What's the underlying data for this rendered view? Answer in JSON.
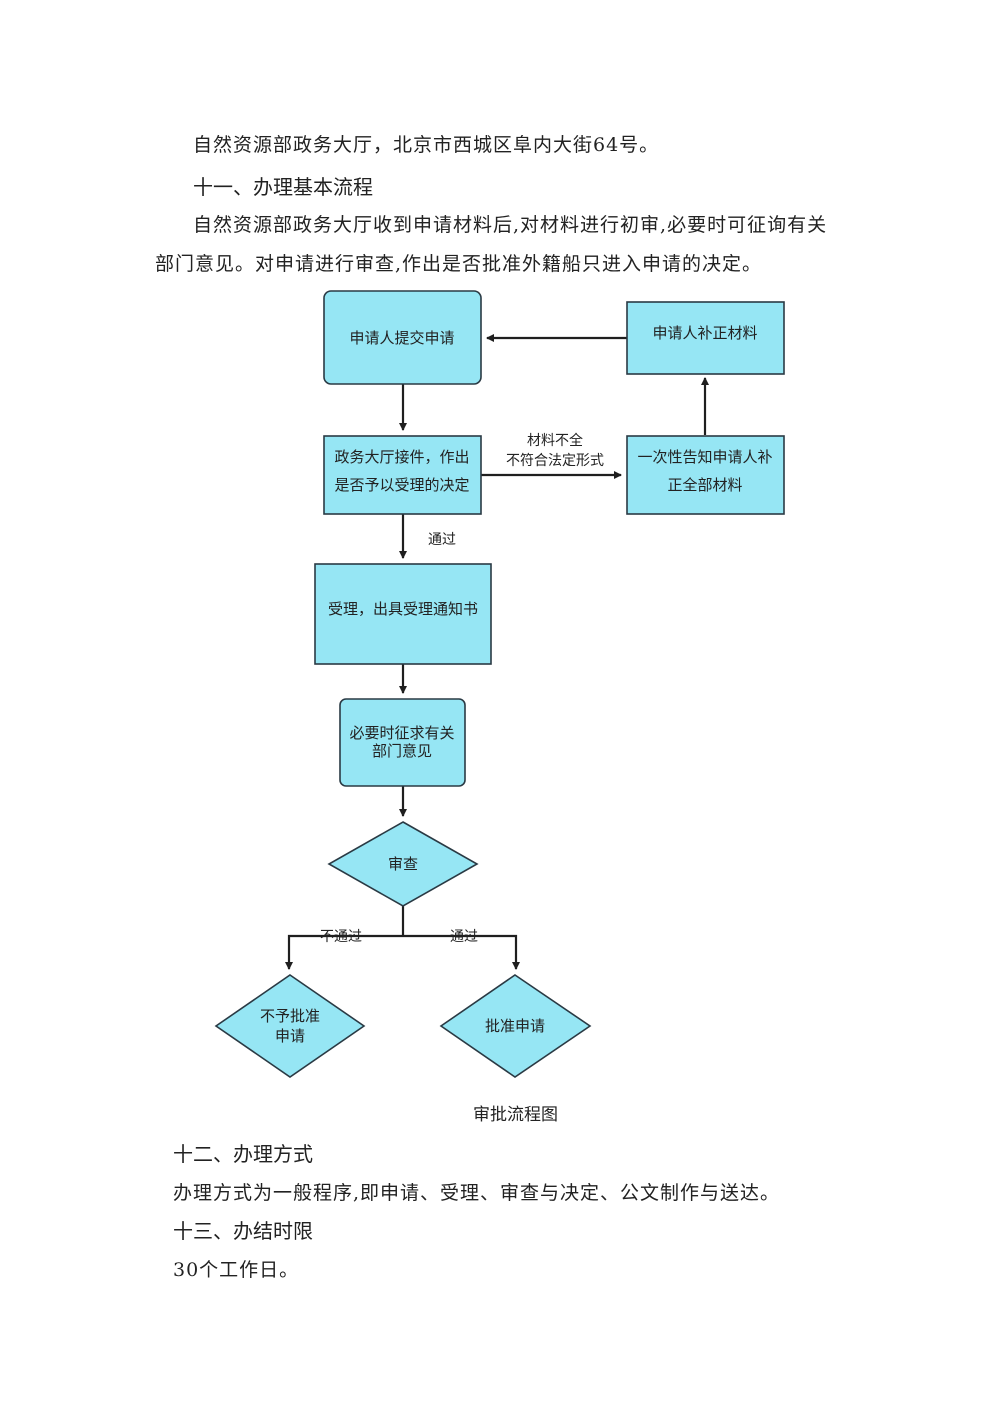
{
  "intro": {
    "address_line": "自然资源部政务大厅，北京市西城区阜内大街64号。"
  },
  "section11": {
    "heading": "十一、办理基本流程",
    "para_line1": "自然资源部政务大厅收到申请材料后,对材料进行初审,必要时可征询有关",
    "para_line2": "部门意见。对申请进行审查,作出是否批准外籍船只进入申请的决定。"
  },
  "flowchart": {
    "nodes": {
      "submit": "申请人提交申请",
      "supplement": "申请人补正材料",
      "hall_line1": "政务大厅接件，作出",
      "hall_line2": "是否予以受理的决定",
      "notify_line1": "一次性告知申请人补",
      "notify_line2": "正全部材料",
      "accept": "受理，出具受理通知书",
      "consult_line1": "必要时征求有关",
      "consult_line2": "部门意见",
      "review": "审查",
      "reject_line1": "不予批准",
      "reject_line2": "申请",
      "approve": "批准申请"
    },
    "edges": {
      "incomplete_line1": "材料不全",
      "incomplete_line2": "不符合法定形式",
      "pass_accept": "通过",
      "fail": "不通过",
      "pass": "通过"
    },
    "caption": "审批流程图"
  },
  "section12": {
    "heading": "十二、办理方式",
    "text": "办理方式为一般程序,即申请、受理、审查与决定、公文制作与送达。"
  },
  "section13": {
    "heading": "十三、办结时限",
    "text": "30个工作日。"
  },
  "colors": {
    "node_fill": "#96e6f4",
    "node_stroke": "#2a3a44",
    "line": "#1f1f1f"
  }
}
